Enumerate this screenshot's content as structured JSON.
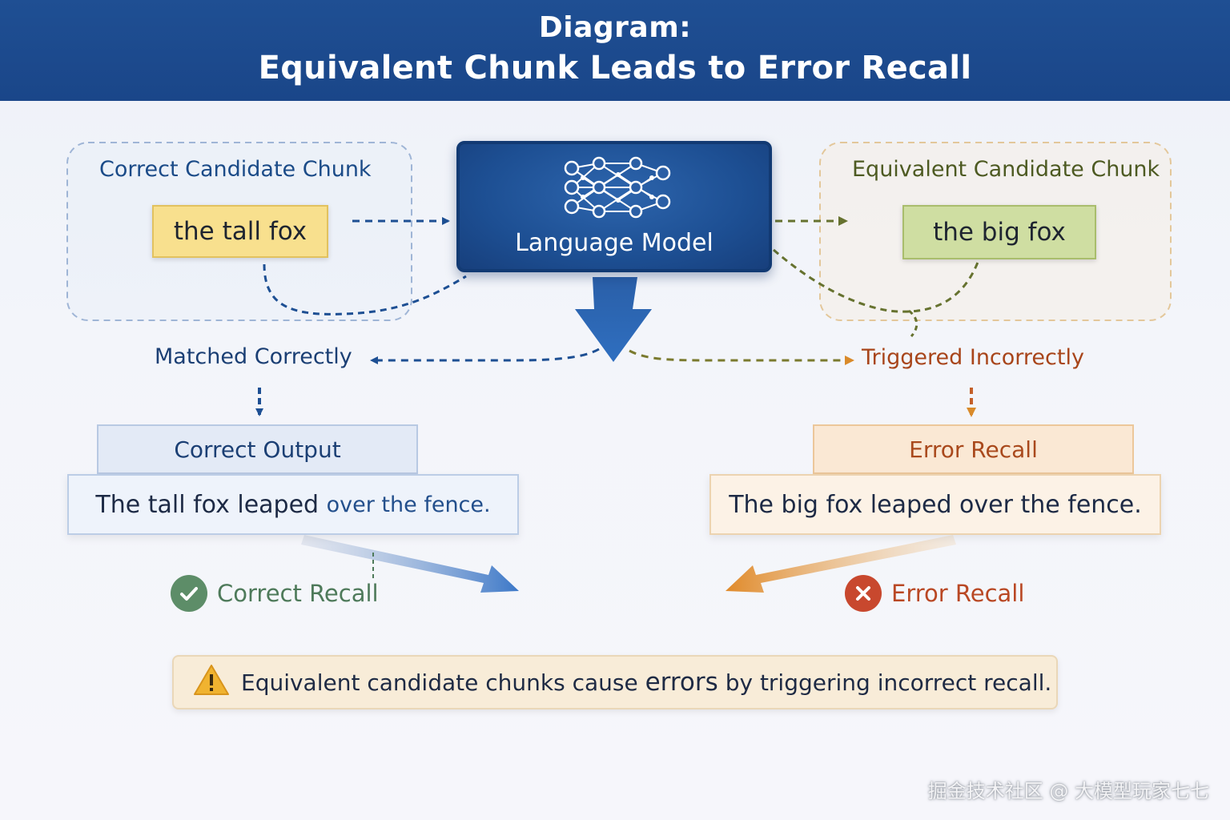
{
  "header": {
    "line1": "Diagram:",
    "line2": "Equivalent Chunk Leads to Error Recall"
  },
  "left_group": {
    "title": "Correct Candidate Chunk",
    "chunk": "the tall fox"
  },
  "center": {
    "model_label": "Language Model",
    "model_icon": "neural-network-icon"
  },
  "right_group": {
    "title": "Equivalent Candidate Chunk",
    "chunk": "the big fox"
  },
  "left_path": {
    "status": "Matched Correctly",
    "output_heading": "Correct Output",
    "sentence_parts": [
      "The tall fox leaped ",
      "over the fence."
    ],
    "recall_label": "Correct Recall",
    "recall_icon": "check-icon"
  },
  "right_path": {
    "status": "Triggered Incorrectly",
    "output_heading": "Error Recall",
    "sentence": "The big fox leaped over the fence.",
    "recall_label": "Error Recall",
    "recall_icon": "x-icon"
  },
  "note": {
    "icon": "warning-icon",
    "before": "Equivalent candidate chunks cause ",
    "emphasis": "errors",
    "after": " by triggering incorrect recall."
  },
  "watermark": "掘金技术社区 @ 大模型玩家七七",
  "colors": {
    "header_bg": "#1f4f93",
    "blue": "#1d4f93",
    "olive": "#5f6a2c",
    "orange": "#b4541e",
    "green": "#4e7a5a",
    "red": "#c8482e"
  }
}
